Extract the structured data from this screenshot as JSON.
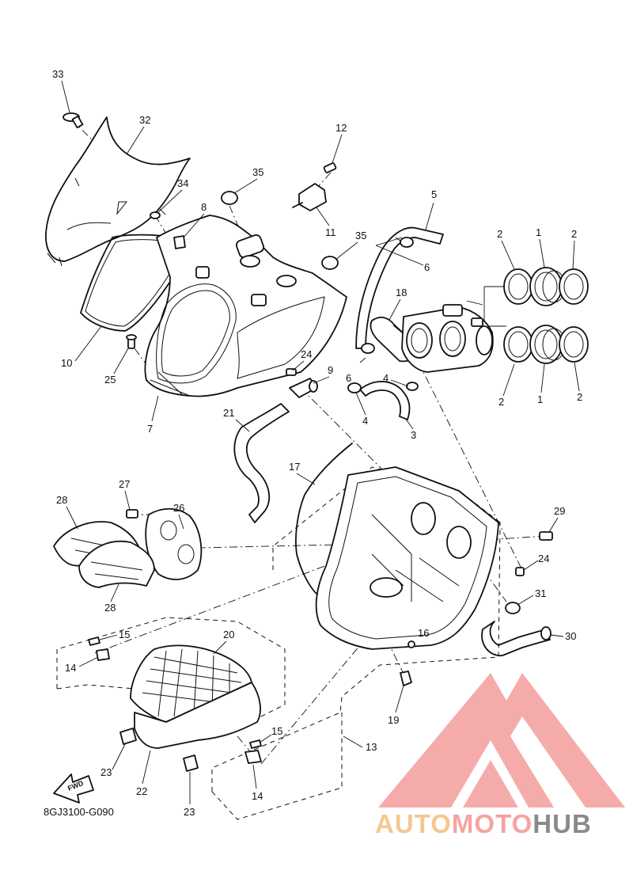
{
  "diagram_code": "8GJ3100-G090",
  "fwd_label": "FWD",
  "watermark": {
    "word_auto": "AUTO",
    "word_moto": "MOTO",
    "word_hub": "HUB",
    "color_auto": "#f7c690",
    "color_moto": "#f6a2a2",
    "color_hub": "#8a8a8a",
    "logo_color": "#f6a6a6"
  },
  "callouts": [
    {
      "id": "c33",
      "text": "33"
    },
    {
      "id": "c32",
      "text": "32"
    },
    {
      "id": "c12",
      "text": "12"
    },
    {
      "id": "c35a",
      "text": "35"
    },
    {
      "id": "c34",
      "text": "34"
    },
    {
      "id": "c8",
      "text": "8"
    },
    {
      "id": "c11",
      "text": "11"
    },
    {
      "id": "c35b",
      "text": "35"
    },
    {
      "id": "c5",
      "text": "5"
    },
    {
      "id": "c2a",
      "text": "2"
    },
    {
      "id": "c1a",
      "text": "1"
    },
    {
      "id": "c2b",
      "text": "2"
    },
    {
      "id": "c6a",
      "text": "6"
    },
    {
      "id": "c18",
      "text": "18"
    },
    {
      "id": "c10",
      "text": "10"
    },
    {
      "id": "c25",
      "text": "25"
    },
    {
      "id": "c24a",
      "text": "24"
    },
    {
      "id": "c9",
      "text": "9"
    },
    {
      "id": "c6b",
      "text": "6"
    },
    {
      "id": "c4a",
      "text": "4"
    },
    {
      "id": "c4b",
      "text": "4"
    },
    {
      "id": "c3",
      "text": "3"
    },
    {
      "id": "c2c",
      "text": "2"
    },
    {
      "id": "c1b",
      "text": "1"
    },
    {
      "id": "c2d",
      "text": "2"
    },
    {
      "id": "c7",
      "text": "7"
    },
    {
      "id": "c21",
      "text": "21"
    },
    {
      "id": "c17",
      "text": "17"
    },
    {
      "id": "c27",
      "text": "27"
    },
    {
      "id": "c28a",
      "text": "28"
    },
    {
      "id": "c26",
      "text": "26"
    },
    {
      "id": "c29",
      "text": "29"
    },
    {
      "id": "c24b",
      "text": "24"
    },
    {
      "id": "c28b",
      "text": "28"
    },
    {
      "id": "c31",
      "text": "31"
    },
    {
      "id": "c15a",
      "text": "15"
    },
    {
      "id": "c20",
      "text": "20"
    },
    {
      "id": "c16",
      "text": "16"
    },
    {
      "id": "c30",
      "text": "30"
    },
    {
      "id": "c14a",
      "text": "14"
    },
    {
      "id": "c19",
      "text": "19"
    },
    {
      "id": "c15b",
      "text": "15"
    },
    {
      "id": "c13",
      "text": "13"
    },
    {
      "id": "c23a",
      "text": "23"
    },
    {
      "id": "c22",
      "text": "22"
    },
    {
      "id": "c14b",
      "text": "14"
    },
    {
      "id": "c23b",
      "text": "23"
    }
  ]
}
